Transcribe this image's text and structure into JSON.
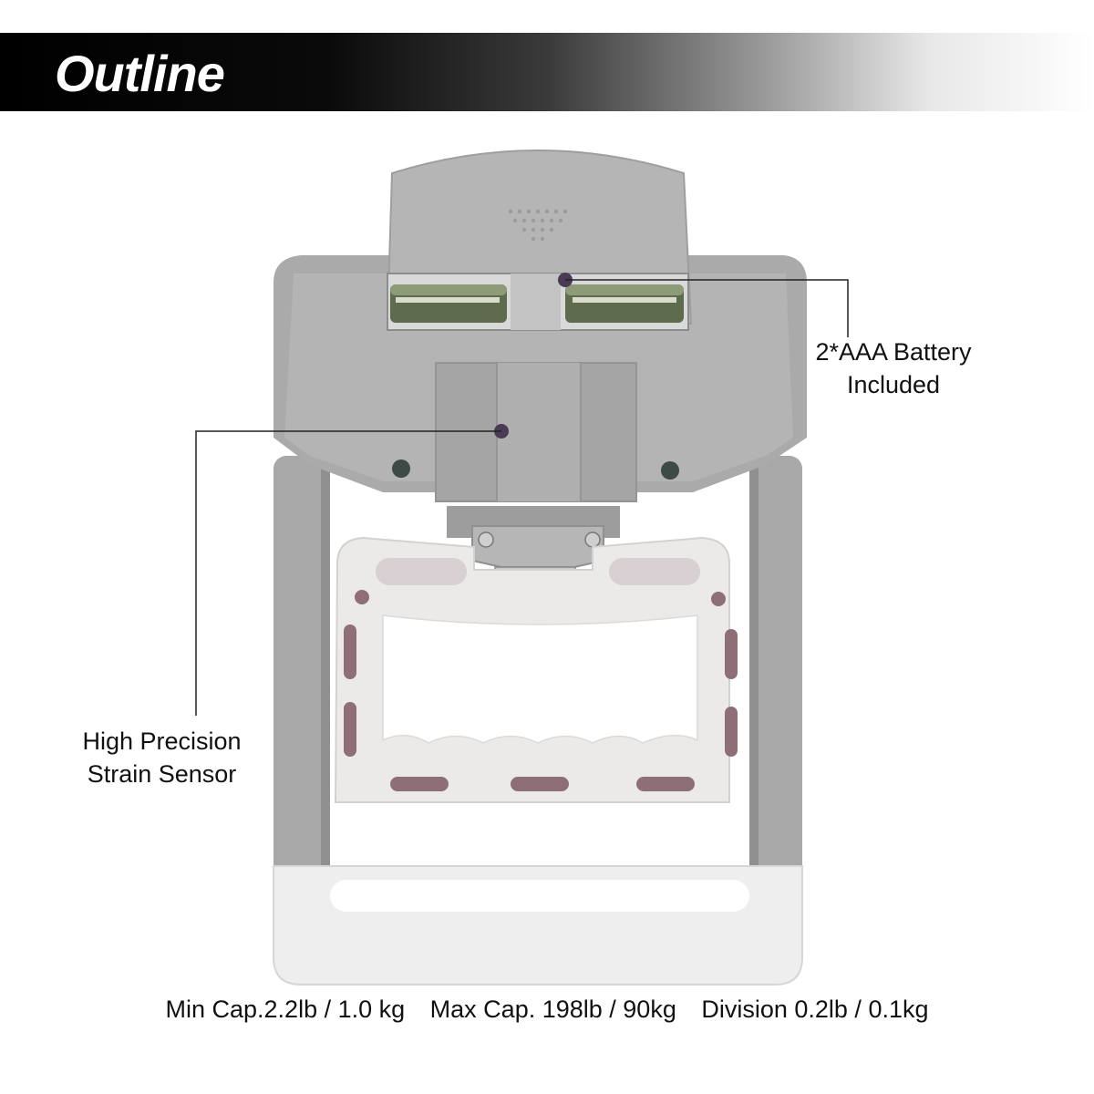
{
  "banner": {
    "title": "Outline"
  },
  "callouts": {
    "battery": {
      "line1": "2*AAA  Battery",
      "line2": "Included"
    },
    "sensor": {
      "line1": "High Precision",
      "line2": "Strain Sensor"
    }
  },
  "specs": {
    "min_cap": "Min Cap.2.2lb / 1.0 kg",
    "max_cap": "Max Cap. 198lb / 90kg",
    "division": "Division 0.2lb / 0.1kg"
  }
}
